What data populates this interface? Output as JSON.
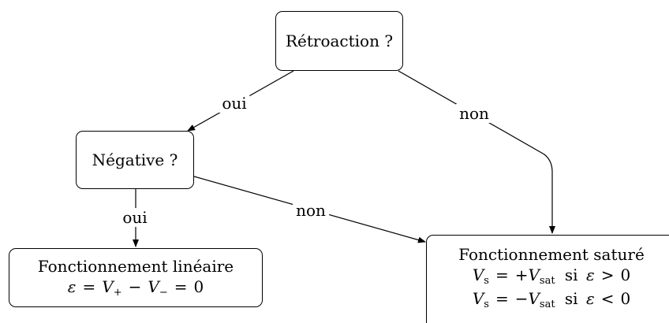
{
  "nodes": {
    "retroaction": {
      "text": "Rétroaction ?"
    },
    "negative": {
      "text": "Négative ?"
    },
    "lineaire": {
      "title": "Fonctionnement linéaire",
      "eq": {
        "eps": "ε",
        "eq1": "=",
        "vplus": "V",
        "plus_sub": "+",
        "minus": "−",
        "vminus": "V",
        "minus_sub": "−",
        "eq2": "=",
        "zero": "0"
      }
    },
    "sature": {
      "title": "Fonctionnement saturé",
      "line1": {
        "v": "V",
        "v_sub": "s",
        "eq": "=",
        "sign": "+V",
        "sat_sub": "sat",
        "si": "si",
        "eps": "ε",
        "cmp": ">",
        "zero": "0"
      },
      "line2": {
        "v": "V",
        "v_sub": "s",
        "eq": "=",
        "sign": "−V",
        "sat_sub": "sat",
        "si": "si",
        "eps": "ε",
        "cmp": "<",
        "zero": "0"
      }
    }
  },
  "edges": {
    "retro_oui": "oui",
    "retro_non": "non",
    "neg_oui": "oui",
    "neg_non": "non"
  }
}
